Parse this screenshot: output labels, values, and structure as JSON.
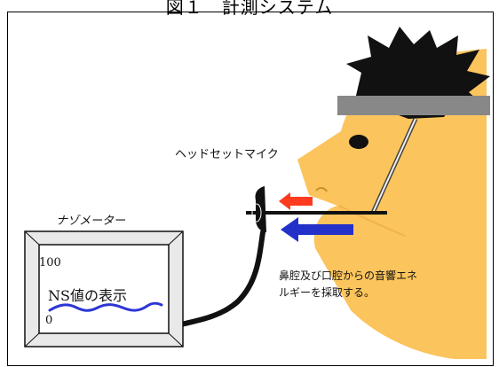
{
  "caption": "図１　計測システム",
  "labels": {
    "headset_mic": "ヘッドセットマイク",
    "nasometer": "ナゾメーター",
    "scale_max": "100",
    "scale_min": "0",
    "ns_display": "NS値の表示",
    "note": "鼻腔及び口腔からの音響エネルギーを採取する。"
  },
  "colors": {
    "head": "#fbc45d",
    "hair": "#111111",
    "band": "#888888",
    "nasal_arrow": "#ff3b1f",
    "oral_arrow": "#2330c9",
    "signal": "#2c36d6",
    "meter_frame": "#e9e9e9",
    "screen": "#ffffff"
  }
}
